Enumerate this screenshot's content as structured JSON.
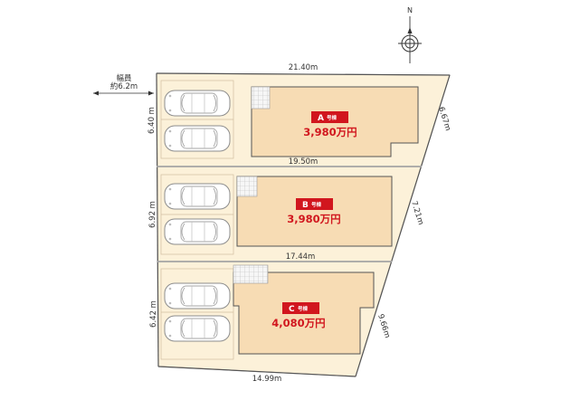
{
  "compass": {
    "north_label": "N",
    "icon": "compass-icon"
  },
  "road": {
    "label_line1": "幅員",
    "label_line2": "約6.2m"
  },
  "dimensions": {
    "top_width": "21.40m",
    "width_ab": "19.50m",
    "width_bc": "17.44m",
    "bottom_width": "14.99m",
    "left_a": "6.40 m",
    "left_b": "6.92 m",
    "left_c": "6.42 m",
    "right_a": "6.67m",
    "right_b": "7.21m",
    "right_c": "9.66m"
  },
  "lots": [
    {
      "letter": "A",
      "suffix": "号棟",
      "price": "3,980万円"
    },
    {
      "letter": "B",
      "suffix": "号棟",
      "price": "3,980万円"
    },
    {
      "letter": "C",
      "suffix": "号棟",
      "price": "4,080万円"
    }
  ],
  "colors": {
    "site": "#fcf1d9",
    "building": "#f7dcb4",
    "lot_line": "#a4a4a4",
    "badge": "#d1161e",
    "price": "#d1161e"
  }
}
